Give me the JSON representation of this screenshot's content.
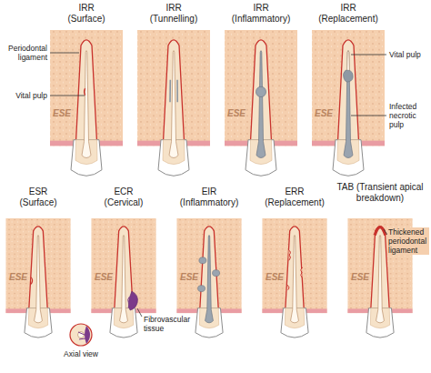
{
  "diagram": {
    "labels": [
      "IRR (Surface)",
      "IRR (Tunnelling)",
      "IRR (Inflammatory)",
      "IRR (Replacement)",
      "Periodontal ligament",
      "Vital pulp",
      "ESE",
      "ESE",
      "Vital pulp",
      "ESE",
      "Infected necrotic pulp",
      "ESR (Surface)",
      "ECR (Cervical)",
      "EIR (Inflammatory)",
      "ERR (Replacement)",
      "TAB (Transient apical breakdown)",
      "ESE",
      "ESE",
      "ESE",
      "ESE",
      "ESE",
      "Thickened periodontal ligament",
      "Fibrovascular tissue",
      "Axial view"
    ]
  }
}
